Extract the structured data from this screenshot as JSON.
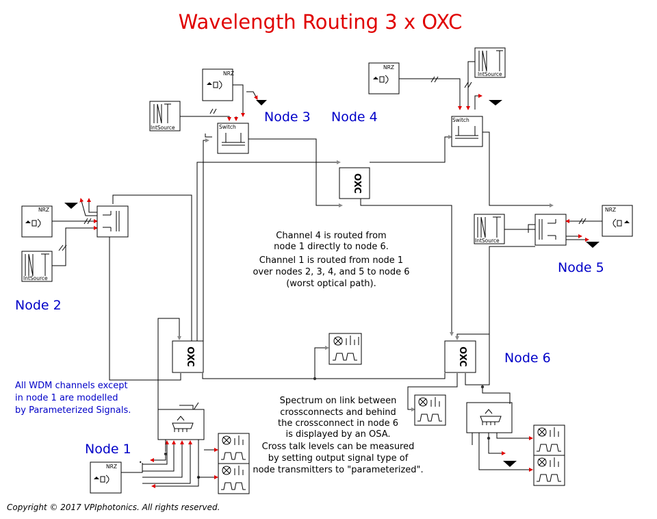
{
  "title": "Wavelength Routing 3 x OXC",
  "nodes": {
    "node1": "Node 1",
    "node2": "Node 2",
    "node3": "Node 3",
    "node4": "Node 4",
    "node5": "Node 5",
    "node6": "Node 6"
  },
  "blocks": {
    "nrz": "NRZ",
    "intsource": "IntSource",
    "switch": "Switch",
    "oxc": "OXC"
  },
  "notes": {
    "routing": [
      "Channel 4 is routed from",
      "node 1 directly to node 6.",
      "Channel 1 is routed from node 1",
      "over nodes 2, 3, 4, and 5 to node 6",
      "(worst optical path)."
    ],
    "wdm": [
      "All WDM channels except",
      "in node 1 are modelled",
      "by Parameterized Signals."
    ],
    "spectrum": [
      "Spectrum on link between",
      "crossconnects and behind",
      "the crossconnect in node 6",
      "is displayed by an OSA.",
      "Cross talk levels can be measured",
      "by setting output signal type of",
      "node transmitters to \"parameterized\"."
    ]
  },
  "copyright": "Copyright © 2017 VPIphotonics. All rights reserved.",
  "colors": {
    "title": "#e00000",
    "labels": "#0000c8",
    "port_red": "#e00000",
    "port_grey": "#8a8a8a"
  }
}
